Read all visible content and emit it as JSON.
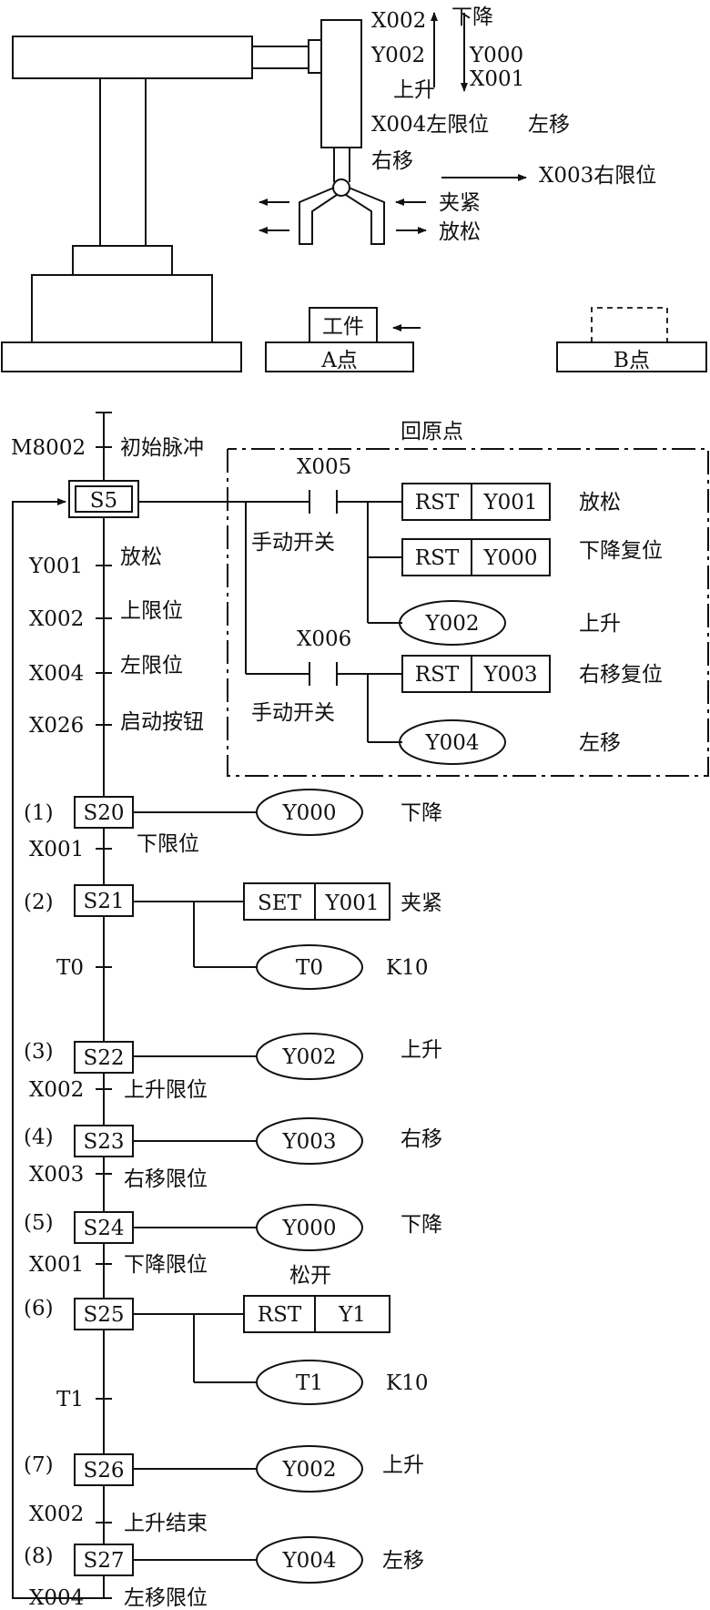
{
  "arm_labels": {
    "x002": "X002",
    "down": "下降",
    "y002": "Y002",
    "y000": "Y000",
    "x001": "X001",
    "up": "上升",
    "x004_left_limit": "X004左限位",
    "left_move": "左移",
    "right_move": "右移",
    "x003_right_limit": "X003右限位",
    "clamp": "夹紧",
    "release": "放松",
    "workpiece": "工件",
    "point_a": "A点",
    "point_b": "B点"
  },
  "initial": {
    "m8002": "M8002",
    "initial_pulse": "初始脉冲",
    "s5": "S5",
    "home_title": "回原点"
  },
  "home": {
    "x005": "X005",
    "manual1": "手动开关",
    "rst1": "RST",
    "y001": "Y001",
    "release": "放松",
    "rst2": "RST",
    "y000": "Y000",
    "down_reset": "下降复位",
    "y002": "Y002",
    "up": "上升",
    "x006": "X006",
    "manual2": "手动开关",
    "rst3": "RST",
    "y003": "Y003",
    "right_reset": "右移复位",
    "y004": "Y004",
    "left_move": "左移"
  },
  "conditions": {
    "y001": "Y001",
    "y001_label": "放松",
    "x002": "X002",
    "x002_label": "上限位",
    "x004": "X004",
    "x004_label": "左限位",
    "x026": "X026",
    "x026_label": "启动按钮"
  },
  "steps": [
    {
      "num": "(1)",
      "name": "S20",
      "output": "Y000",
      "desc": "下降",
      "trans_cond": "X001",
      "trans_label": "下限位"
    },
    {
      "num": "(2)",
      "name": "S21",
      "set": "SET",
      "set_target": "Y001",
      "desc": "夹紧",
      "timer": "T0",
      "timer_k": "K10",
      "trans_cond": "T0"
    },
    {
      "num": "(3)",
      "name": "S22",
      "output": "Y002",
      "desc": "上升",
      "trans_cond": "X002",
      "trans_label": "上升限位"
    },
    {
      "num": "(4)",
      "name": "S23",
      "output": "Y003",
      "desc": "右移",
      "trans_cond": "X003",
      "trans_label": "右移限位"
    },
    {
      "num": "(5)",
      "name": "S24",
      "output": "Y000",
      "desc": "下降",
      "trans_cond": "X001",
      "trans_label": "下降限位"
    },
    {
      "num": "(6)",
      "name": "S25",
      "rst": "RST",
      "rst_target": "Y1",
      "desc": "松开",
      "timer": "T1",
      "timer_k": "K10",
      "trans_cond": "T1"
    },
    {
      "num": "(7)",
      "name": "S26",
      "output": "Y002",
      "desc": "上升",
      "trans_cond": "X002",
      "trans_label": "上升结束"
    },
    {
      "num": "(8)",
      "name": "S27",
      "output": "Y004",
      "desc": "左移",
      "trans_cond": "X004",
      "trans_label": "左移限位"
    }
  ]
}
